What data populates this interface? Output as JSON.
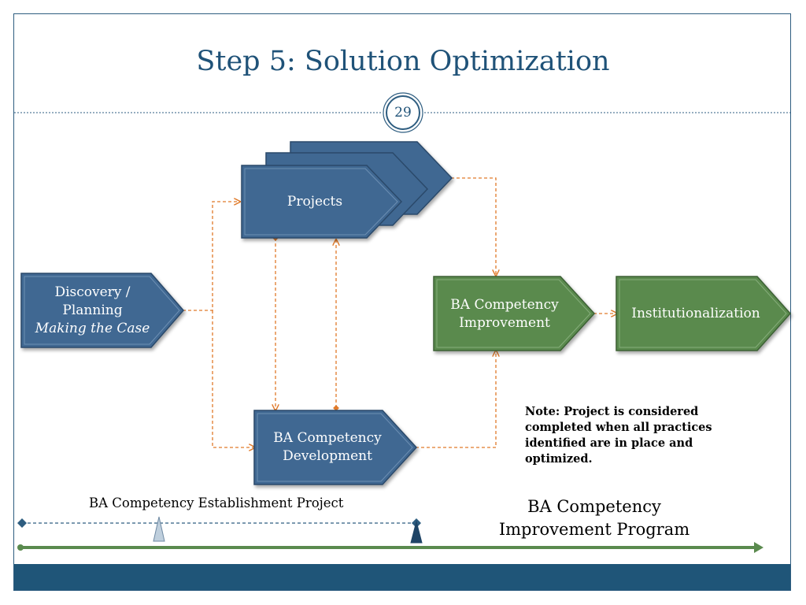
{
  "slide": {
    "title": "Step 5: Solution Optimization",
    "page_number": "29"
  },
  "shapes": {
    "projects": "Projects",
    "discovery_line1": "Discovery /",
    "discovery_line2": "Planning",
    "discovery_line3": "Making the Case",
    "ba_dev_line1": "BA Competency",
    "ba_dev_line2": "Development",
    "ba_imp_line1": "BA Competency",
    "ba_imp_line2": "Improvement",
    "institutionalization": "Institutionalization"
  },
  "note": "Note:  Project is considered completed when all practices identified are in place and optimized.",
  "timeline": {
    "establishment_label": "BA Competency Establishment Project",
    "program_line1": "BA Competency",
    "program_line2": "Improvement Program"
  },
  "colors": {
    "blue_shape": "#416892",
    "green_shape": "#5a8a4e",
    "connector": "#e07a2a",
    "title": "#1f5278",
    "bar": "#1f5578"
  }
}
